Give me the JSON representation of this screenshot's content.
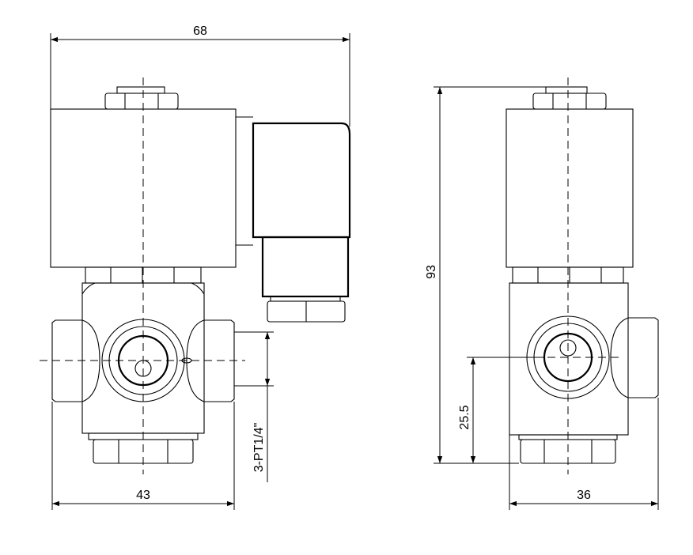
{
  "drawing": {
    "dimensions": {
      "overall_width": "68",
      "body_width": "43",
      "port_thread": "3-PT1/4\"",
      "overall_height": "93",
      "port_height": "25.5",
      "side_width": "36"
    }
  }
}
